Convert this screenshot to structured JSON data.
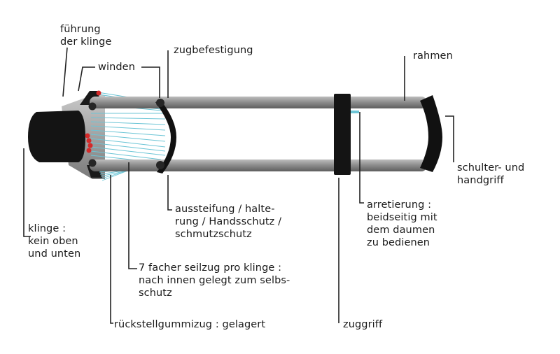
{
  "labels": {
    "fuehrung": "führung\nder klinge",
    "winden": "winden",
    "zugbefestigung": "zugbefestigung",
    "rahmen": "rahmen",
    "schulter": "schulter- und\nhandgriff",
    "klinge": "klinge :\nkein oben\nund unten",
    "aussteifung": "aussteifung / halte-\nrung / Handsschutz /\nschmutzschutz",
    "arretierung": "arretierung :\nbeidseitig mit\ndem daumen\nzu bedienen",
    "seilzug": "7 facher seilzug pro klinge :\nnach innen gelegt zum selbs-\nschutz",
    "rueckstell": "rückstellgummizug : gelagert",
    "zuggriff": "zuggriff"
  },
  "colors": {
    "rail": "#8d8d8d",
    "black_part": "#111111",
    "cable": "#6cc5d6",
    "winch_dot": "#d42a2a",
    "leader_line": "#222222"
  }
}
